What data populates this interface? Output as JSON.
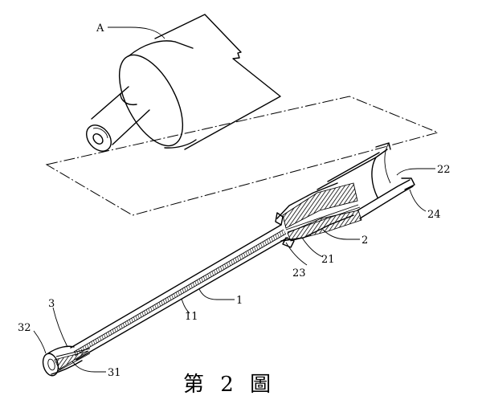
{
  "caption": "第 2 圖",
  "labels": {
    "A": "A",
    "n1": "1",
    "n11": "11",
    "n2": "2",
    "n21": "21",
    "n22": "22",
    "n23": "23",
    "n24": "24",
    "n3": "3",
    "n31": "31",
    "n32": "32"
  }
}
